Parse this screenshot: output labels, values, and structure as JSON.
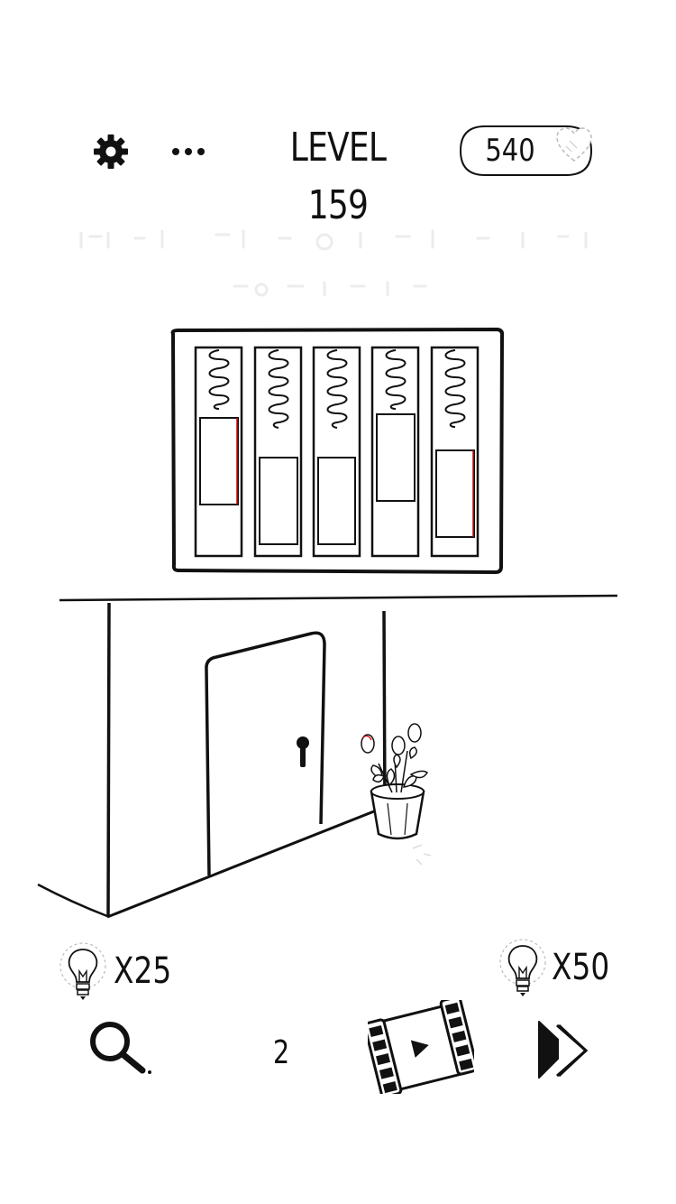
{
  "header": {
    "level_title": "LEVEL 159",
    "coins": "540",
    "settings_icon": "gear-icon",
    "more_icon": "ellipsis-icon",
    "coin_icon": "heart-icon"
  },
  "scene": {
    "cabinet_slots": 5,
    "objects": [
      "spring-slot-icon",
      "door-icon",
      "keyhole-icon",
      "flower-pot-icon"
    ]
  },
  "footer": {
    "hint_small_cost": "X25",
    "hint_big_cost": "X50",
    "counter": "2",
    "search_icon": "magnifier-icon",
    "video_icon": "film-play-icon",
    "skip_icon": "fast-forward-icon",
    "bulb_icon": "lightbulb-icon"
  }
}
